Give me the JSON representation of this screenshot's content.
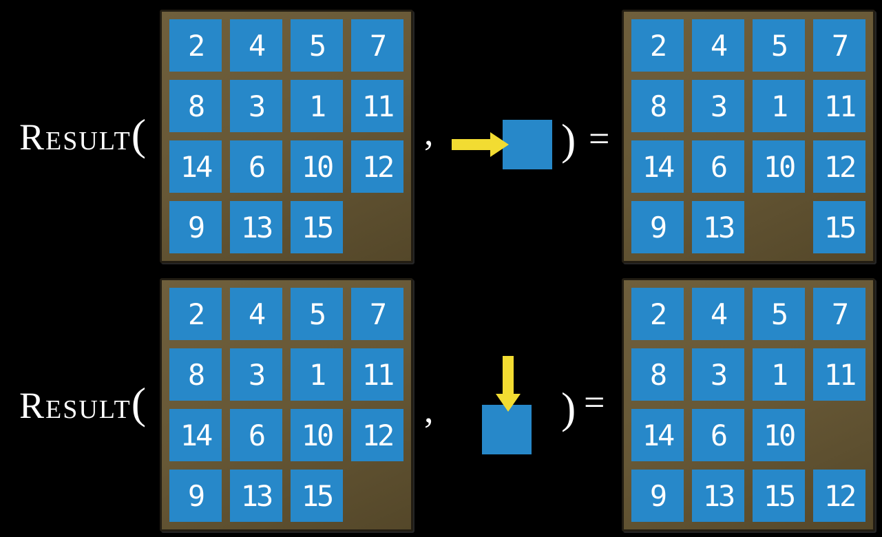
{
  "colors": {
    "background": "#000000",
    "tile_blue": "#2788c9",
    "frame_brown": "#675736",
    "arrow_yellow": "#f2dc32",
    "text_white": "#ffffff"
  },
  "equations": [
    {
      "function_label": "Result",
      "open_paren": "(",
      "comma": ",",
      "action_icon": "arrow-right-icon",
      "close_paren": ")",
      "equals": "=",
      "input_grid": [
        [
          "2",
          "4",
          "5",
          "7"
        ],
        [
          "8",
          "3",
          "1",
          "11"
        ],
        [
          "14",
          "6",
          "10",
          "12"
        ],
        [
          "9",
          "13",
          "15",
          ""
        ]
      ],
      "output_grid": [
        [
          "2",
          "4",
          "5",
          "7"
        ],
        [
          "8",
          "3",
          "1",
          "11"
        ],
        [
          "14",
          "6",
          "10",
          "12"
        ],
        [
          "9",
          "13",
          "",
          "15"
        ]
      ]
    },
    {
      "function_label": "Result",
      "open_paren": "(",
      "comma": ",",
      "action_icon": "arrow-down-icon",
      "close_paren": ")",
      "equals": "=",
      "input_grid": [
        [
          "2",
          "4",
          "5",
          "7"
        ],
        [
          "8",
          "3",
          "1",
          "11"
        ],
        [
          "14",
          "6",
          "10",
          "12"
        ],
        [
          "9",
          "13",
          "15",
          ""
        ]
      ],
      "output_grid": [
        [
          "2",
          "4",
          "5",
          "7"
        ],
        [
          "8",
          "3",
          "1",
          "11"
        ],
        [
          "14",
          "6",
          "10",
          ""
        ],
        [
          "9",
          "13",
          "15",
          "12"
        ]
      ]
    }
  ]
}
